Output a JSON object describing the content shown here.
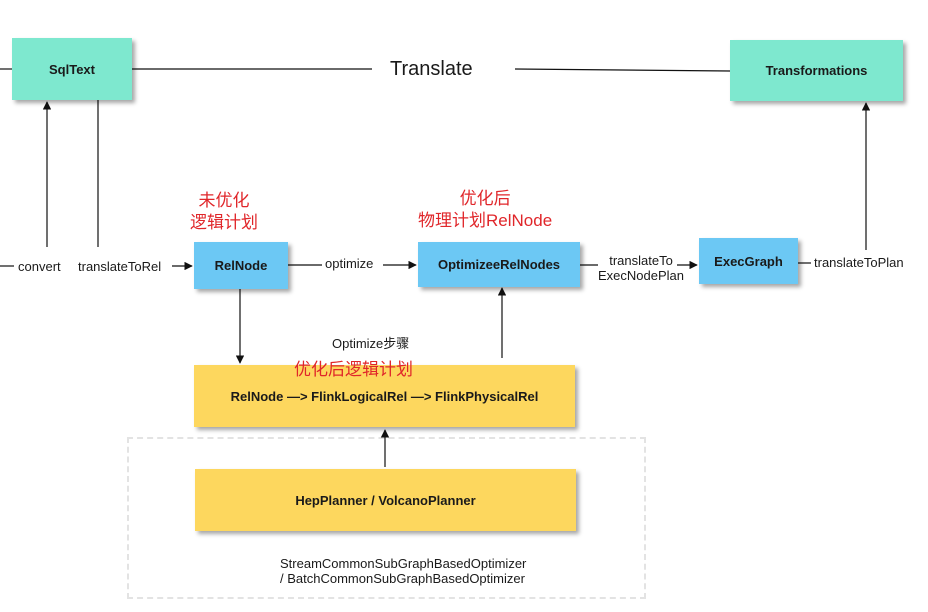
{
  "nodes": {
    "sqltext": "SqlText",
    "transformations": "Transformations",
    "relnode": "RelNode",
    "optimized": "OptimizeeRelNodes",
    "execgraph": "ExecGraph",
    "logical_chain": "RelNode —> FlinkLogicalRel —>  FlinkPhysicalRel",
    "planner": "HepPlanner / VolcanoPlanner"
  },
  "edge_labels": {
    "translate": "Translate",
    "convert": "convert",
    "translate_to_rel": "translateToRel",
    "optimize": "optimize",
    "translate_to_exec_line1": "translateTo",
    "translate_to_exec_line2": "ExecNodePlan",
    "translate_to_plan": "translateToPlan",
    "optimize_steps": "Optimize步骤"
  },
  "annotations": {
    "unoptimized_line1": "未优化",
    "unoptimized_line2": "逻辑计划",
    "optimized_line1": "优化后",
    "optimized_line2": "物理计划RelNode",
    "optimized_logical": "优化后逻辑计划"
  },
  "optimizer_note": {
    "line1": "StreamCommonSubGraphBasedOptimizer",
    "line2": "/ BatchCommonSubGraphBasedOptimizer"
  },
  "colors": {
    "teal": "#7ee8cf",
    "blue": "#6cc8f4",
    "yellow": "#fdd75e",
    "annotation_red": "#e0262a"
  }
}
